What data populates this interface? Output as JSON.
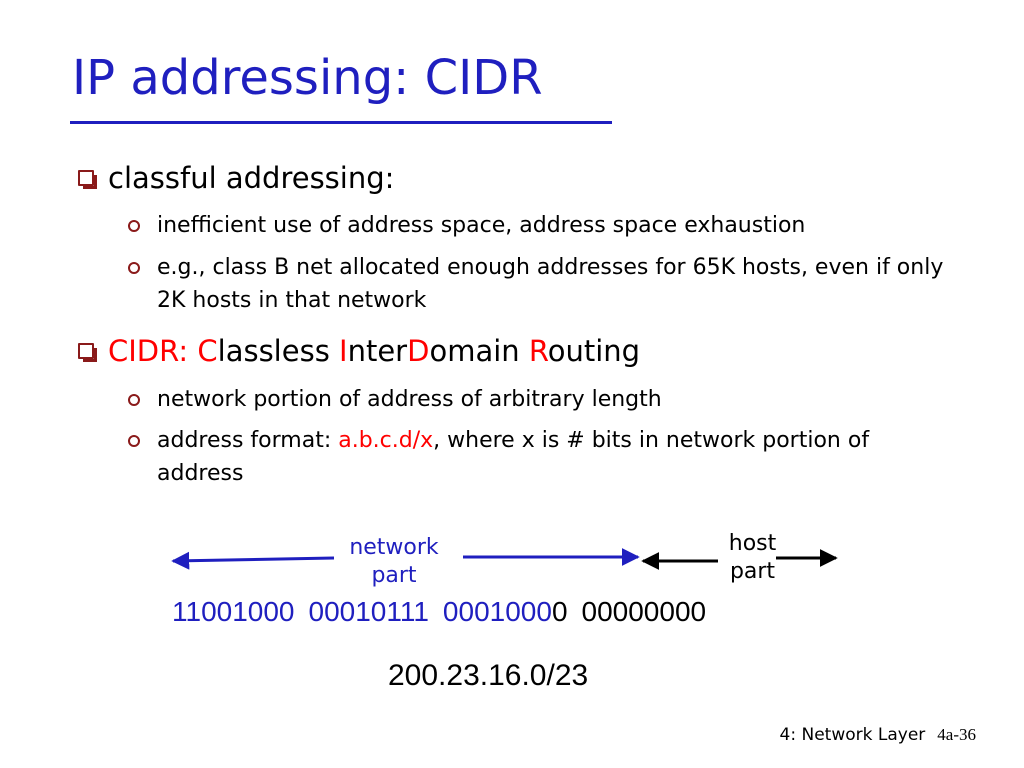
{
  "slide": {
    "title": "IP addressing: CIDR",
    "bullets": [
      {
        "text": "classful addressing:",
        "sub": [
          {
            "text": "inefficient use of address space, address space exhaustion"
          },
          {
            "text": "e.g., class B net allocated enough addresses for 65K hosts, even if only 2K hosts in that network"
          }
        ]
      },
      {
        "parts": [
          {
            "text": "CIDR: ",
            "style": "red"
          },
          {
            "text": "C",
            "style": "red"
          },
          {
            "text": "lassless ",
            "style": "black"
          },
          {
            "text": "I",
            "style": "red"
          },
          {
            "text": "nter",
            "style": "black"
          },
          {
            "text": "D",
            "style": "red"
          },
          {
            "text": "omain ",
            "style": "black"
          },
          {
            "text": "R",
            "style": "red"
          },
          {
            "text": "outing",
            "style": "black"
          }
        ],
        "sub": [
          {
            "text": "network portion of address of arbitrary length"
          },
          {
            "before": "address format: ",
            "highlight": "a.b.c.d/x",
            "after": ", where x is # bits in network portion of address"
          }
        ]
      }
    ]
  },
  "diagram": {
    "network_label_line1": "network",
    "network_label_line2": "part",
    "host_label_line1": "host",
    "host_label_line2": "part",
    "octets": [
      {
        "text": "11001000",
        "style": "blue"
      },
      {
        "text": "00010111",
        "style": "blue"
      },
      {
        "text_network": "0001000",
        "text_host": "0",
        "style": "split"
      },
      {
        "text": "00000000",
        "style": "black"
      }
    ],
    "address": "200.23.16.0/23"
  },
  "footer": {
    "chapter": "4: Network Layer",
    "page": "4a-36"
  },
  "colors": {
    "title": "#1f1fbf",
    "accent_red": "#ff0000",
    "bullet_marker": "#8a1a1a",
    "network_blue": "#1f1fbf"
  }
}
